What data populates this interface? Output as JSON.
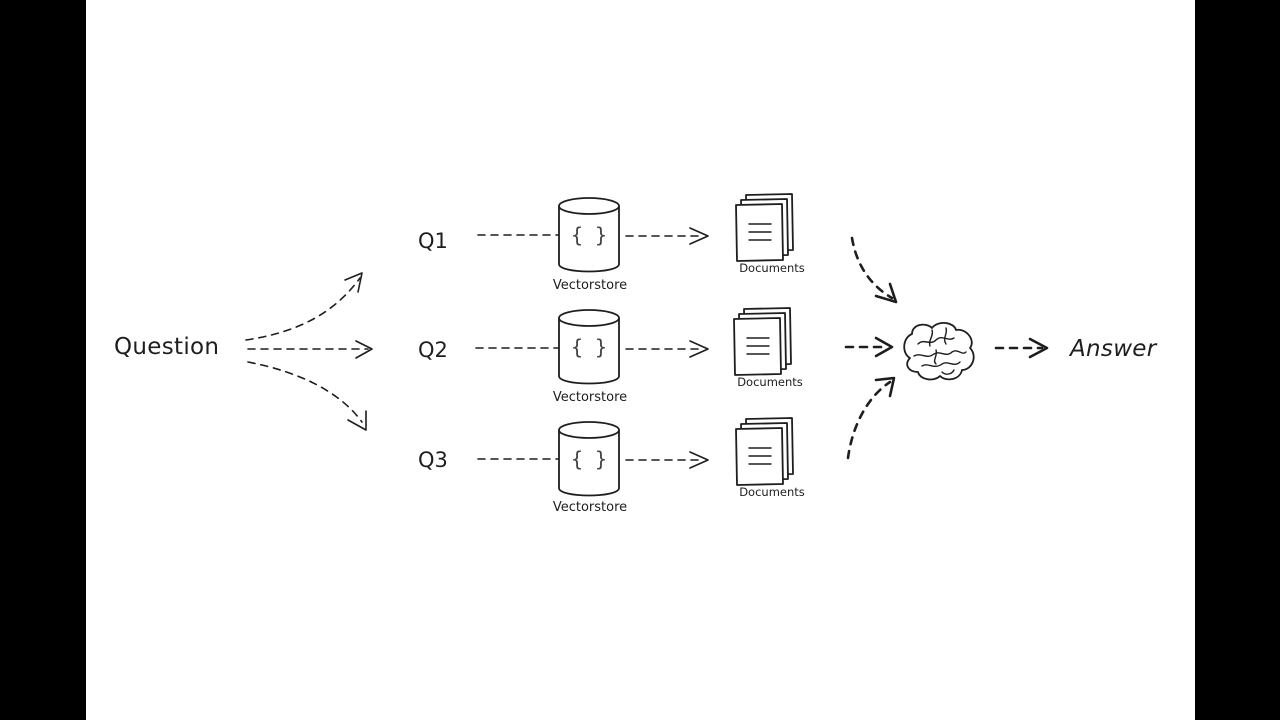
{
  "diagram": {
    "input_label": "Question",
    "output_label": "Answer",
    "queries": [
      {
        "label": "Q1",
        "store_label": "Vectorstore",
        "store_symbol": "{ }",
        "docs_label": "Documents"
      },
      {
        "label": "Q2",
        "store_label": "Vectorstore",
        "store_symbol": "{ }",
        "docs_label": "Documents"
      },
      {
        "label": "Q3",
        "store_label": "Vectorstore",
        "store_symbol": "{ }",
        "docs_label": "Documents"
      }
    ],
    "llm_icon": "brain-icon"
  },
  "colors": {
    "background": "#ffffff",
    "frame": "#000000",
    "ink": "#1e1e1e"
  }
}
